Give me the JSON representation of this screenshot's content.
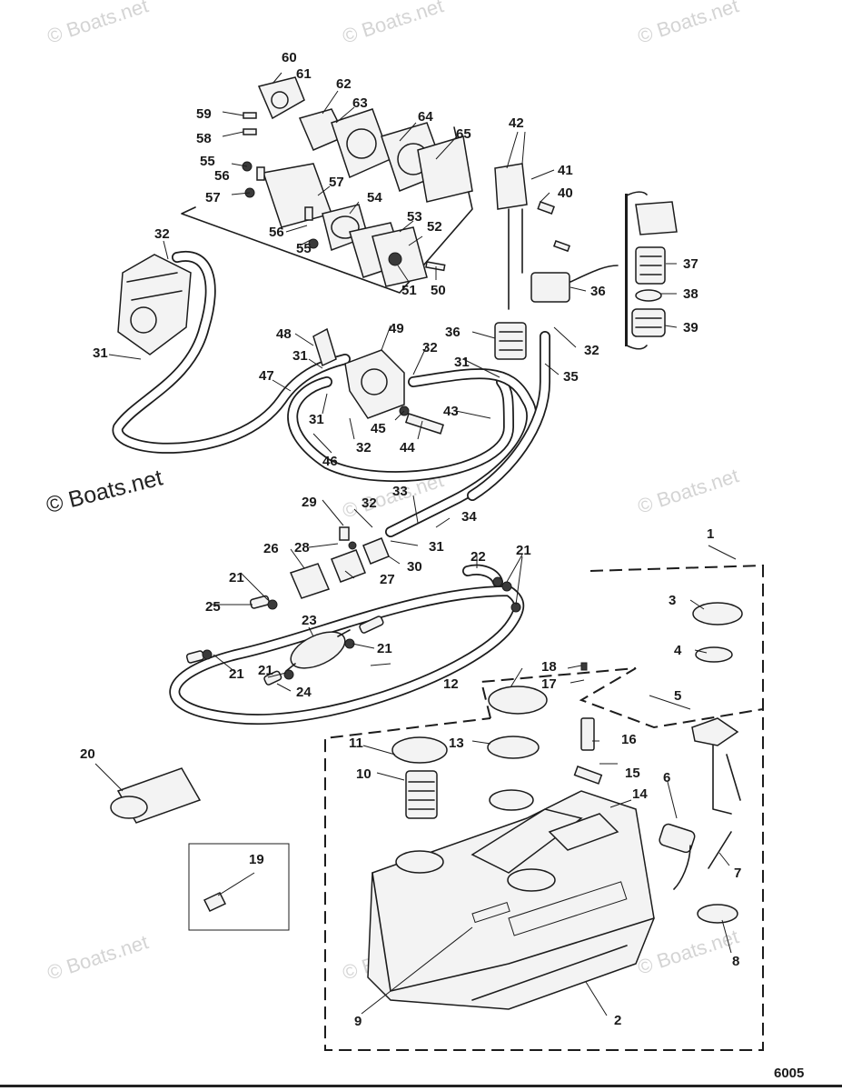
{
  "watermark": "© Boats.net",
  "copyright_text": "© Boats.net",
  "figure_id": "6005",
  "callouts": [
    "1",
    "2",
    "3",
    "4",
    "5",
    "6",
    "7",
    "8",
    "9",
    "10",
    "11",
    "12",
    "13",
    "14",
    "15",
    "16",
    "17",
    "18",
    "19",
    "20",
    "21",
    "22",
    "23",
    "24",
    "25",
    "26",
    "27",
    "28",
    "29",
    "30",
    "31",
    "32",
    "33",
    "34",
    "35",
    "36",
    "37",
    "38",
    "39",
    "40",
    "41",
    "42",
    "43",
    "44",
    "45",
    "46",
    "47",
    "48",
    "49",
    "50",
    "51",
    "52",
    "53",
    "54",
    "55",
    "56",
    "57",
    "58",
    "59",
    "60",
    "61",
    "62",
    "63",
    "64",
    "65"
  ],
  "colors": {
    "line": "#1c1c1c",
    "watermark": "#d4d4d4",
    "background": "#ffffff"
  }
}
